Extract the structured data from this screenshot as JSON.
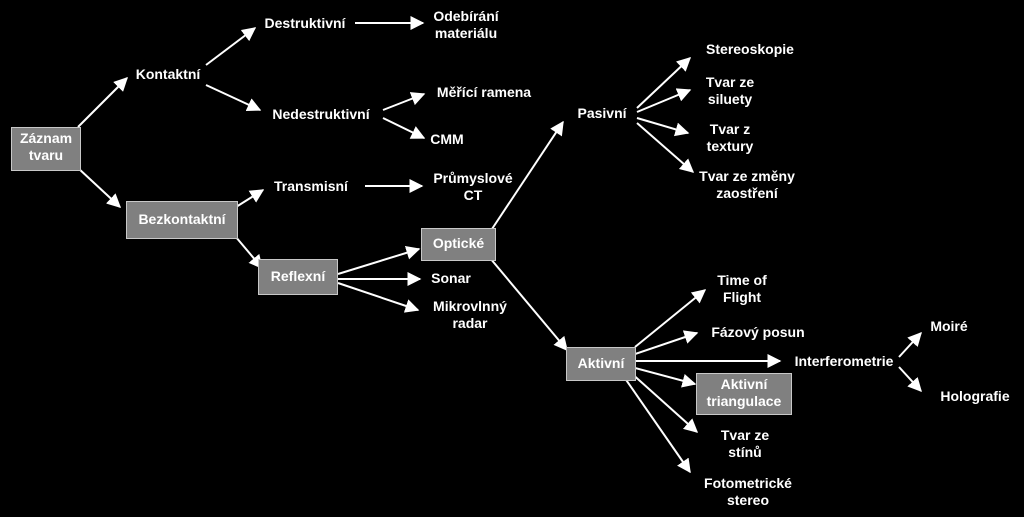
{
  "diagram": {
    "colors": {
      "background": "#000000",
      "line": "#ffffff",
      "box_fill": "#808080",
      "text": "#ffffff"
    },
    "nodes": {
      "root": "Záznam\ntvaru",
      "kontaktni": "Kontaktní",
      "destruktivni": "Destruktivní",
      "odebirani": "Odebírání\nmateriálu",
      "nedestruktivni": "Nedestruktivní",
      "merici_ramena": "Měřící ramena",
      "cmm": "CMM",
      "bezkontaktni": "Bezkontaktní",
      "transmisni": "Transmisní",
      "prumyslove_ct": "Průmyslové\nCT",
      "reflexni": "Reflexní",
      "opticke": "Optické",
      "sonar": "Sonar",
      "mikrovlnny": "Mikrovlnný\nradar",
      "pasivni": "Pasivní",
      "stereoskopie": "Stereoskopie",
      "siluety": "Tvar ze\nsiluety",
      "textury": "Tvar z\ntextury",
      "zaostreni": "Tvar ze změny\nzaostření",
      "aktivni": "Aktivní",
      "time_of_flight": "Time of\nFlight",
      "fazovy_posun": "Fázový posun",
      "interferometrie": "Interferometrie",
      "moire": "Moiré",
      "holografie": "Holografie",
      "aktivni_triangulace": "Aktivní\ntriangulace",
      "tvar_ze_stinu": "Tvar ze\nstínů",
      "fotometricke": "Fotometrické\nstereo"
    }
  }
}
